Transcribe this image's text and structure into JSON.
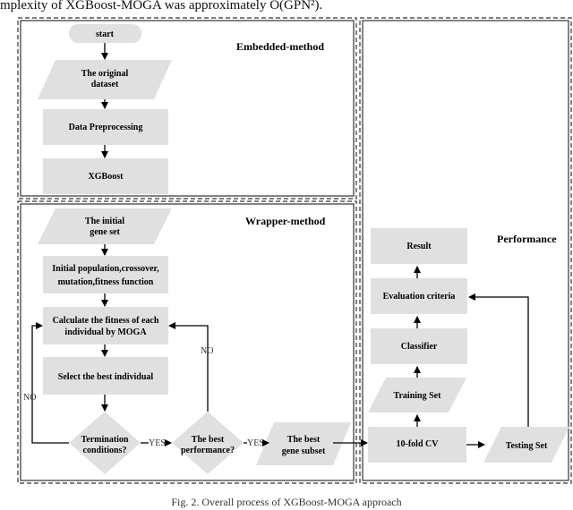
{
  "header_text": "mplexity of XGBoost-MOGA was approximately  O(GPN²).",
  "regions": {
    "embedded": "Embedded-method",
    "wrapper": "Wrapper-method",
    "performance": "Performance"
  },
  "nodes": {
    "start": "start",
    "original_dataset": [
      "The original",
      "dataset"
    ],
    "preprocessing": "Data Preprocessing",
    "xgboost": "XGBoost",
    "initial_gene_set": [
      "The initial",
      "gene set"
    ],
    "init_population": [
      "Initial population,crossover,",
      "mutation,fitness function"
    ],
    "calc_fitness": [
      "Calculate the fitness of each",
      "individual by MOGA"
    ],
    "select_best": "Select the best individual",
    "termination": [
      "Termination",
      "conditions?"
    ],
    "best_performance": [
      "The best",
      "performance?"
    ],
    "best_gene_subset": [
      "The best",
      "gene subset"
    ],
    "ten_fold_cv": "10-fold CV",
    "testing_set": "Testing Set",
    "training_set": "Training Set",
    "classifier": "Classifier",
    "evaluation": "Evaluation criteria",
    "result": "Result"
  },
  "edge_labels": {
    "yes1": "YES",
    "yes2": "YES",
    "no_loop_outer": "NO",
    "no_loop_inner": "NO"
  },
  "caption": "Fig. 2. Overall process of XGBoost-MOGA approach"
}
